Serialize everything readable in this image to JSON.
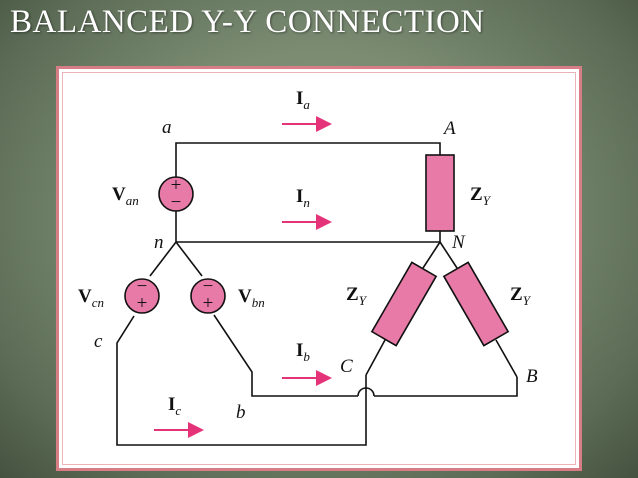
{
  "slide": {
    "title": "BALANCED Y-Y CONNECTION"
  },
  "diagram": {
    "node_labels": {
      "a": "a",
      "b": "b",
      "c": "c",
      "n": "n",
      "A": "A",
      "B": "B",
      "C": "C",
      "N": "N"
    },
    "currents": {
      "Ia": {
        "sym": "I",
        "sub": "a"
      },
      "In": {
        "sym": "I",
        "sub": "n"
      },
      "Ib": {
        "sym": "I",
        "sub": "b"
      },
      "Ic": {
        "sym": "I",
        "sub": "c"
      }
    },
    "sources": {
      "Van": {
        "sym": "V",
        "sub": "an"
      },
      "Vbn": {
        "sym": "V",
        "sub": "bn"
      },
      "Vcn": {
        "sym": "V",
        "sub": "cn"
      }
    },
    "impedance": {
      "sym": "Z",
      "sub": "Y"
    },
    "polarity": {
      "plus": "+",
      "minus": "−"
    },
    "colors": {
      "frame_border": "#d77d86",
      "impedance_fill": "#e87aa8",
      "source_fill": "#e87aa8",
      "arrow": "#e5337a",
      "wire": "#111111"
    }
  }
}
